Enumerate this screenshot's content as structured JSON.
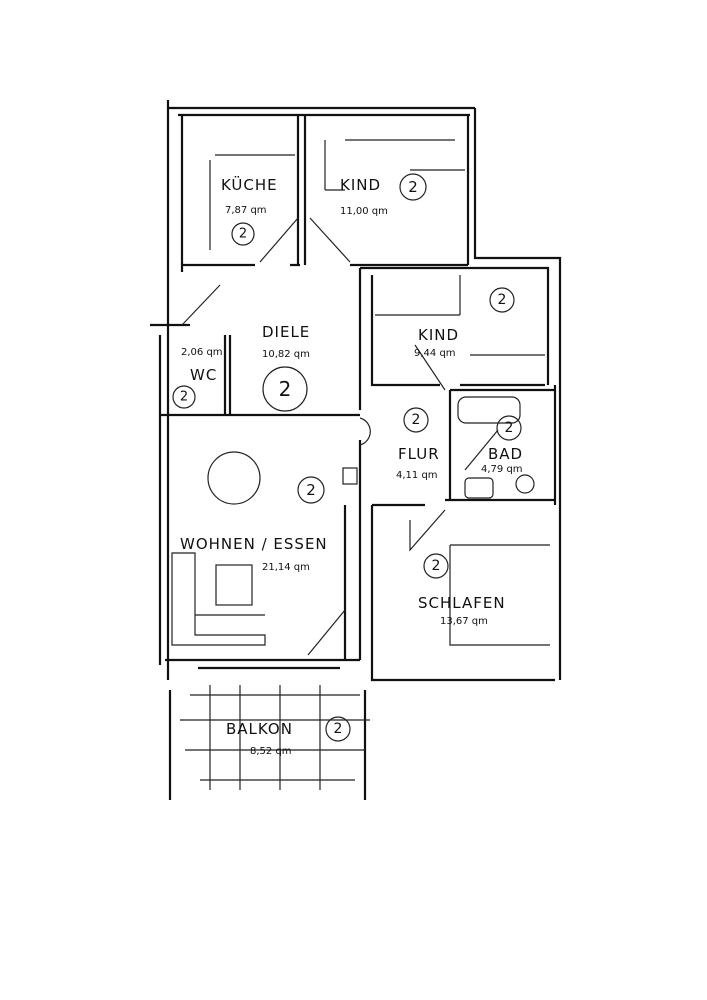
{
  "plan": {
    "rooms": [
      {
        "id": "kueche",
        "name": "KÜCHE",
        "area": "7,87 qm",
        "badge": "2"
      },
      {
        "id": "kind1",
        "name": "KIND",
        "area": "11,00 qm",
        "badge": "2"
      },
      {
        "id": "diele",
        "name": "DIELE",
        "area": "10,82 qm",
        "badge": "2"
      },
      {
        "id": "wc",
        "name": "WC",
        "area": "2,06 qm",
        "badge": "2"
      },
      {
        "id": "kind2",
        "name": "KIND",
        "area": "9,44 qm",
        "badge": "2"
      },
      {
        "id": "flur",
        "name": "FLUR",
        "area": "4,11 qm",
        "badge": "2"
      },
      {
        "id": "bad",
        "name": "BAD",
        "area": "4,79 qm",
        "badge": "2"
      },
      {
        "id": "wohnen",
        "name": "WOHNEN / ESSEN",
        "area": "21,14 qm",
        "badge": "2"
      },
      {
        "id": "schlafen",
        "name": "SCHLAFEN",
        "area": "13,67 qm",
        "badge": "2"
      },
      {
        "id": "balkon",
        "name": "BALKON",
        "area": "8,52 qm",
        "badge": "2"
      }
    ]
  }
}
